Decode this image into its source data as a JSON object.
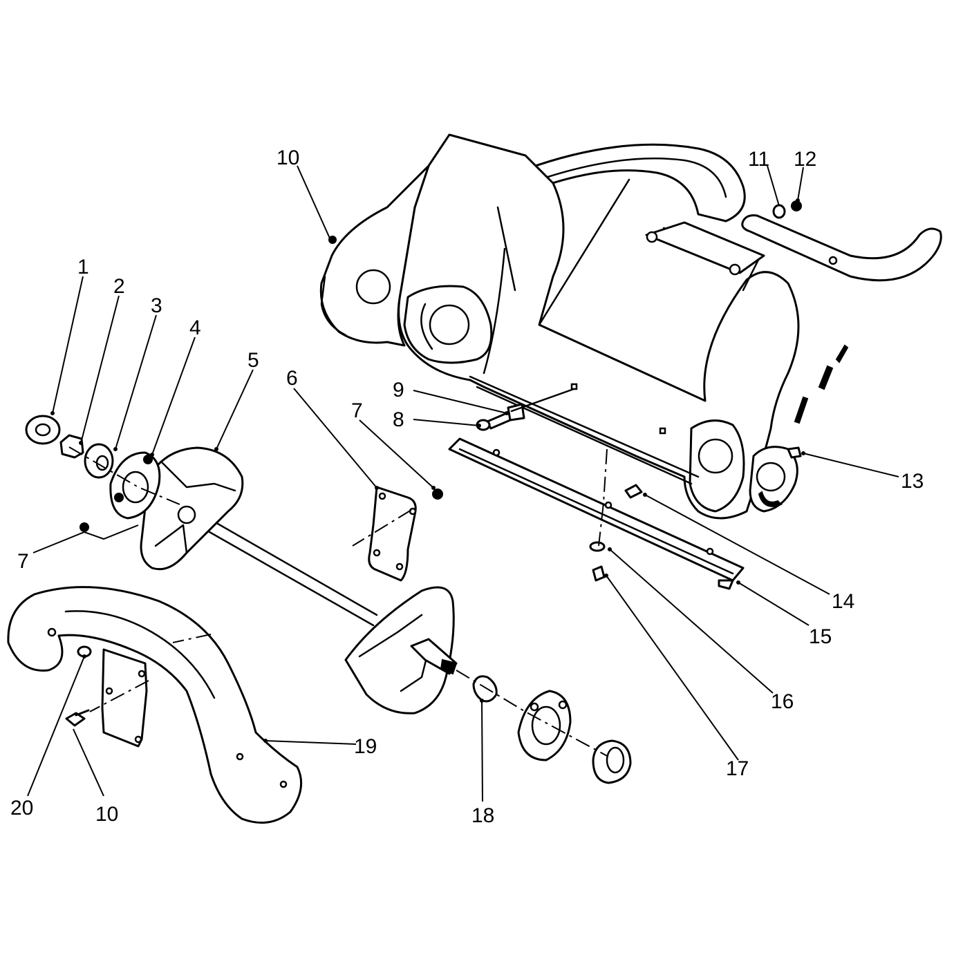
{
  "callouts": [
    {
      "label": "1"
    },
    {
      "label": "2"
    },
    {
      "label": "3"
    },
    {
      "label": "4"
    },
    {
      "label": "5"
    },
    {
      "label": "6"
    },
    {
      "label": "7"
    },
    {
      "label": "7"
    },
    {
      "label": "8"
    },
    {
      "label": "9"
    },
    {
      "label": "10"
    },
    {
      "label": "10"
    },
    {
      "label": "11"
    },
    {
      "label": "12"
    },
    {
      "label": "13"
    },
    {
      "label": "14"
    },
    {
      "label": "15"
    },
    {
      "label": "16"
    },
    {
      "label": "17"
    },
    {
      "label": "18"
    },
    {
      "label": "19"
    },
    {
      "label": "20"
    }
  ]
}
